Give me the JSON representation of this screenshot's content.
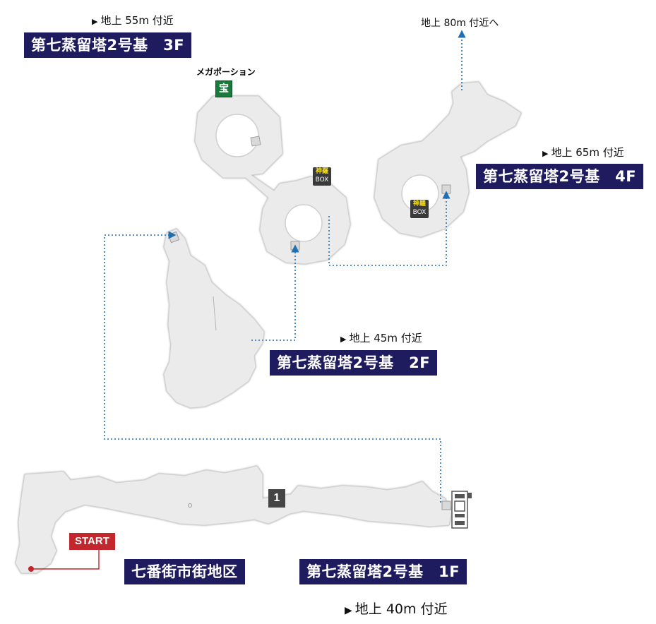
{
  "floors": {
    "f3": {
      "name": "第七蒸留塔2号基　3F",
      "altitude": "地上 55m 付近"
    },
    "f4": {
      "name": "第七蒸留塔2号基　4F",
      "altitude": "地上 65m 付近"
    },
    "f2": {
      "name": "第七蒸留塔2号基　2F",
      "altitude": "地上 45m 付近"
    },
    "f1": {
      "name": "第七蒸留塔2号基　1F",
      "altitude": "地上 40m 付近"
    }
  },
  "district": {
    "name": "七番街市街地区"
  },
  "exit_up": {
    "label": "地上 80m 付近へ"
  },
  "start": {
    "label": "START"
  },
  "items": {
    "treasure_name": "メガポーション",
    "treasure_icon": "宝",
    "box_top": "神羅",
    "box_bottom": "BOX",
    "marker_number": "1"
  },
  "triangle": "▶",
  "colors": {
    "label_bg": "#1e1b5e",
    "start_red": "#c1272d",
    "route_blue": "#1f6fb2",
    "floor_fill": "#ebebeb",
    "treasure_green": "#1a7a3c"
  }
}
